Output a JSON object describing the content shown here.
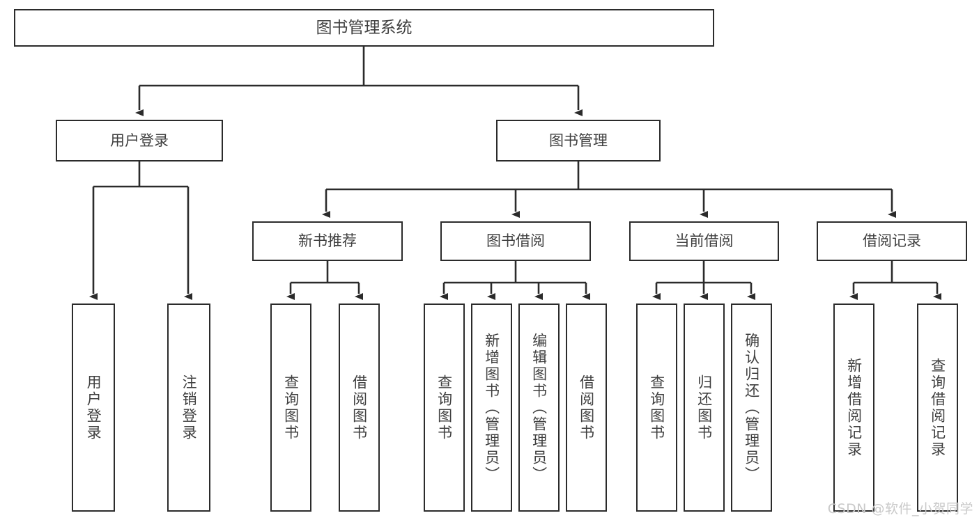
{
  "diagram": {
    "title": "图书管理系统",
    "type": "tree-hierarchy-diagram",
    "colors": {
      "box_border": "#2b2b2b",
      "box_fill": "#ffffff",
      "text": "#3f3f3f",
      "connector": "#2b2b2b",
      "watermark": "#c9c9c9",
      "background": "#ffffff"
    },
    "root": {
      "label": "图书管理系统"
    },
    "level1": [
      {
        "label": "用户登录"
      },
      {
        "label": "图书管理"
      }
    ],
    "level2": [
      {
        "label": "新书推荐"
      },
      {
        "label": "图书借阅"
      },
      {
        "label": "当前借阅"
      },
      {
        "label": "借阅记录"
      }
    ],
    "leaves": {
      "user_login": [
        {
          "label": "用户登录"
        },
        {
          "label": "注销登录"
        }
      ],
      "new_book_recommend": [
        {
          "label": "查询图书"
        },
        {
          "label": "借阅图书"
        }
      ],
      "book_borrow": [
        {
          "label": "查询图书"
        },
        {
          "label": "新增图书（管理员）"
        },
        {
          "label": "编辑图书（管理员）"
        },
        {
          "label": "借阅图书"
        }
      ],
      "current_borrow": [
        {
          "label": "查询图书"
        },
        {
          "label": "归还图书"
        },
        {
          "label": "确认归还（管理员）"
        }
      ],
      "borrow_record": [
        {
          "label": "新增借阅记录"
        },
        {
          "label": "查询借阅记录"
        }
      ]
    }
  },
  "watermark": {
    "text": "CSDN @软件_小贺同学"
  }
}
